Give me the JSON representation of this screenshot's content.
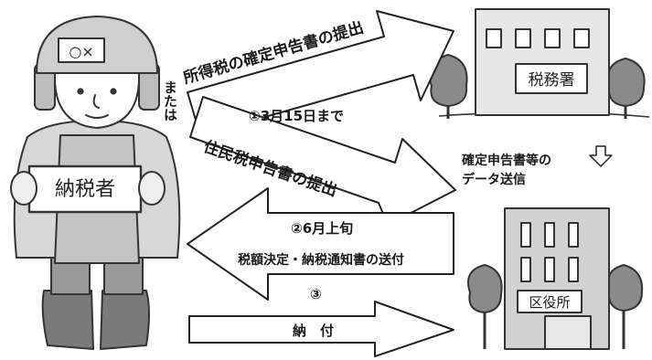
{
  "taxpayer": {
    "cap_marks": "○×",
    "sign_label": "納税者"
  },
  "tax_office": {
    "sign_label": "税務署"
  },
  "ward_office": {
    "sign_label": "区役所"
  },
  "arrows": {
    "income_tax_return": {
      "label": "所得税の確定申告書の提出"
    },
    "or_label": "または",
    "deadline_label": "①3月15日まで",
    "resident_tax_return": {
      "label": "住民税申告書の提出"
    },
    "data_transfer": {
      "label_line1": "確定申告書等の",
      "label_line2": "データ送信",
      "icon": "down-arrow-icon"
    },
    "notice": {
      "step_label": "②6月上旬",
      "label": "税額決定・納税通知書の送付"
    },
    "payment": {
      "step_label": "③",
      "label": "納　付"
    }
  }
}
